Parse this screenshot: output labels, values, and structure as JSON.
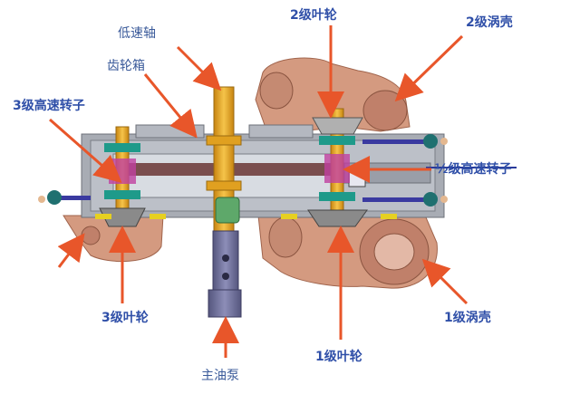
{
  "labels": {
    "low_speed_shaft": "低速轴",
    "gearbox": "齿轮箱",
    "stage2_impeller": "2级叶轮",
    "stage2_volute": "2级涡壳",
    "stage3_rotor": "3级高速转子",
    "stage12_rotor": "½级高速转子",
    "stage3_impeller": "3级叶轮",
    "stage1_volute": "1级涡壳",
    "stage1_impeller": "1级叶轮",
    "main_oil_pump": "主油泵"
  },
  "colors": {
    "arrow": "#e8562a",
    "label": "#2f4fa8",
    "housing": "#a8acb4",
    "volute": "#d49a80",
    "shaft": "#e0a020",
    "pump": "#6e6f9a",
    "blue_rod": "#3a3aa0"
  }
}
